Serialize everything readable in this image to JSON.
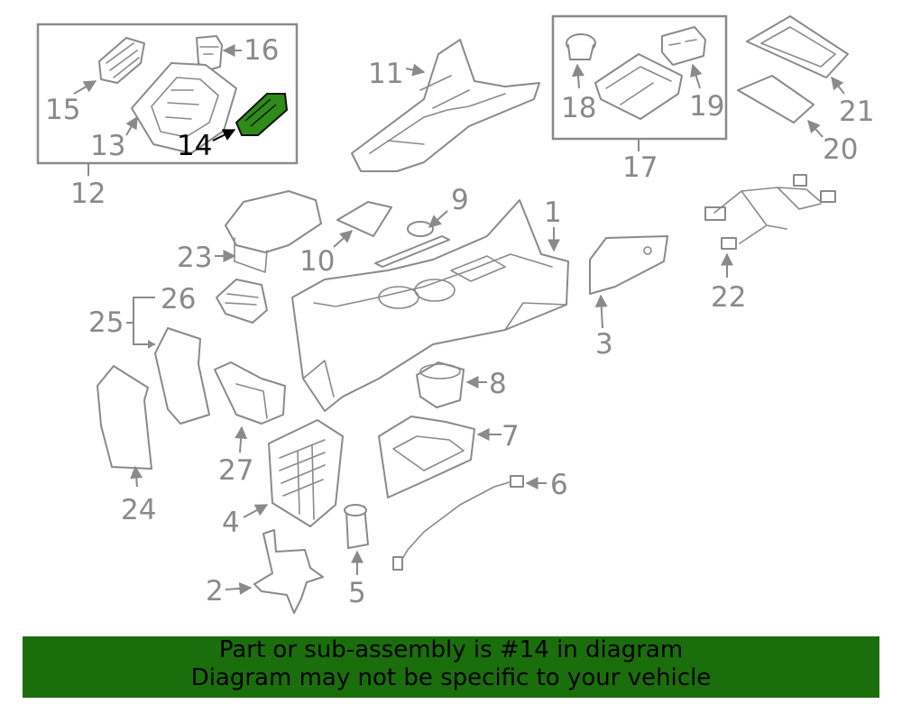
{
  "diagram": {
    "highlighted_part": "14",
    "labels": [
      "1",
      "2",
      "3",
      "4",
      "5",
      "6",
      "7",
      "8",
      "9",
      "10",
      "11",
      "12",
      "13",
      "14",
      "15",
      "16",
      "17",
      "18",
      "19",
      "20",
      "21",
      "22",
      "23",
      "24",
      "25",
      "26",
      "27"
    ]
  },
  "banner": {
    "line1": "Part or sub-assembly is #14 in diagram",
    "line2": "Diagram may not be specific to your vehicle",
    "background": "#1a6e0b"
  },
  "colors": {
    "line": "#8a8a8a",
    "highlight": "#2e8b1a",
    "highlight_label": "#000000"
  }
}
